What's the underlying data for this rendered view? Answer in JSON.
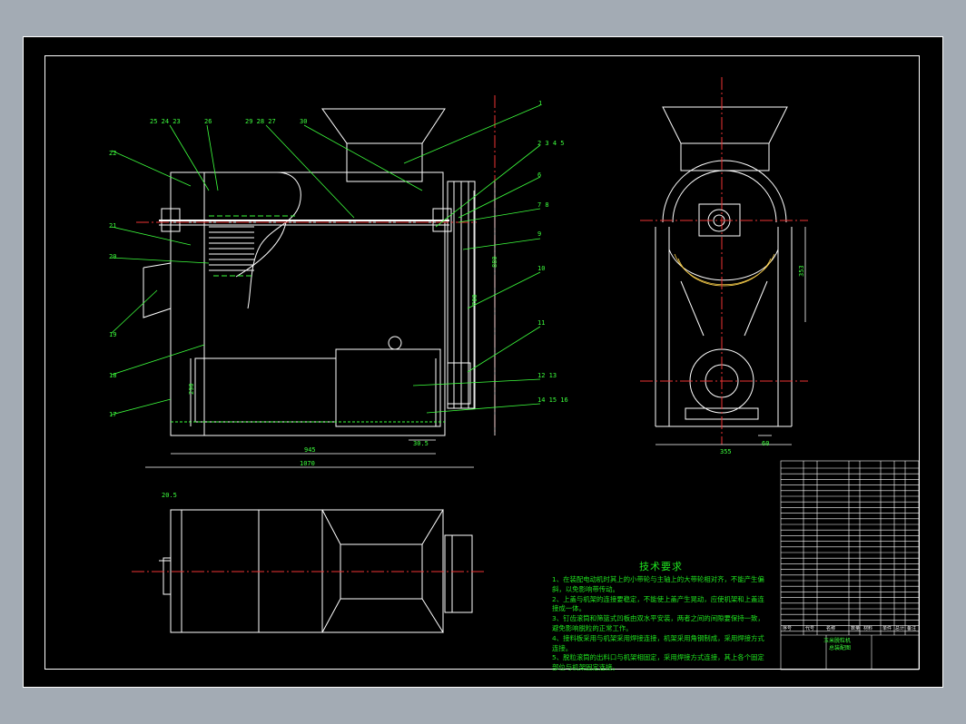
{
  "drawing": {
    "callouts_top_left": [
      "25 24 23",
      "26",
      "29 28 27",
      "30"
    ],
    "callouts_right": [
      "1",
      "2 3 4 5",
      "6",
      "7 8",
      "9",
      "10",
      "11",
      "12 13",
      "14 15 16"
    ],
    "callouts_left": [
      "22",
      "21",
      "20",
      "19",
      "18",
      "17"
    ],
    "dimensions": {
      "overall_width": "1070",
      "base_width": "945",
      "height_front": "880",
      "motor_h": "290",
      "belt_len": "700",
      "offset_bottom": "30.5",
      "offset_plan": "20.5",
      "side_height": "353",
      "side_width": "355",
      "side_foot": "60"
    }
  },
  "tech_requirements": {
    "title": "技术要求",
    "items": [
      "1、在装配电动机时其上的小带轮与主轴上的大带轮相对齐，不能产生偏斜，以免影响带传动。",
      "2、上盖与机架的连接要稳定，不能使上盖产生晃动，应使机架和上盖连接成一体。",
      "3、钉齿滚筒和筛篮式凹板由双水平安装，两者之间的间隙要保持一致，避免影响脱粒的正常工作。",
      "4、接料板采用与机架采用焊接连接，机架采用角钢制成，采用焊接方式连接。",
      "5、脱粒滚筒的出料口与机架相固定，采用焊接方式连接，其上各个固定部位与机架固定连接。"
    ]
  },
  "title_block": {
    "title_line1": "玉米脱粒机",
    "title_line2": "总装配图",
    "header": [
      "序号",
      "代号",
      "名称",
      "数量",
      "材料",
      "单件",
      "总计",
      "备注"
    ]
  }
}
